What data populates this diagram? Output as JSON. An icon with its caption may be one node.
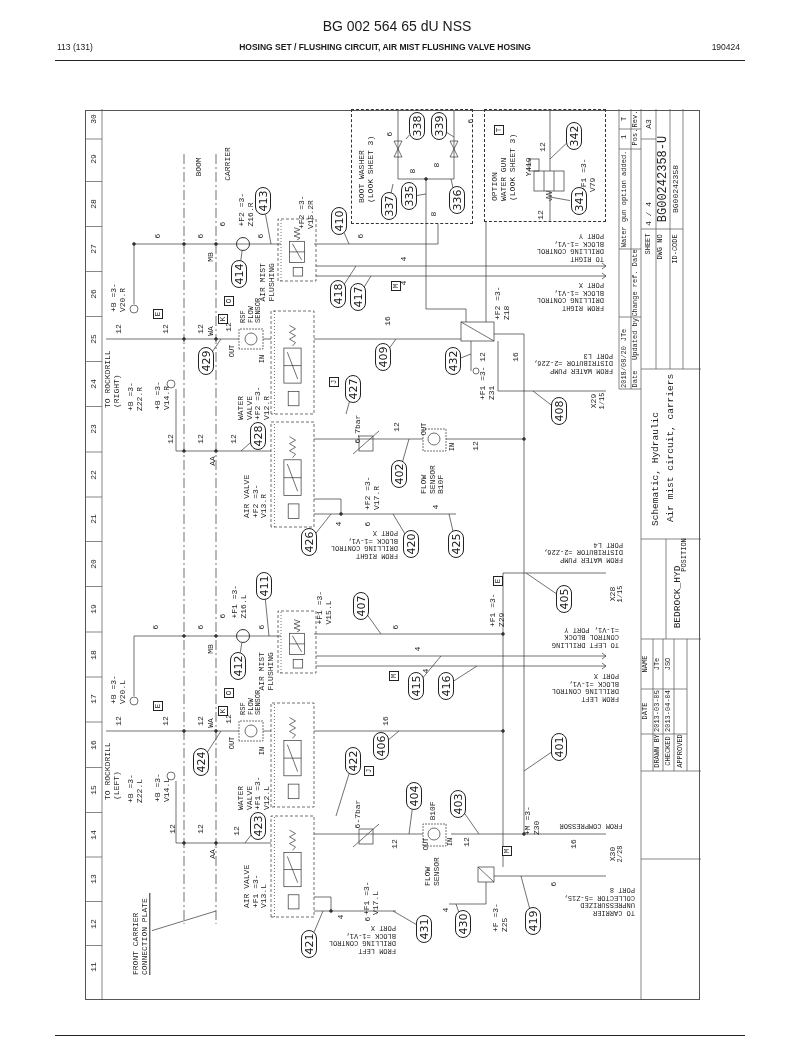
{
  "diagram": {
    "title": "HOSING SET / FLUSHING CIRCUIT, AIR MIST FLUSHING VALVE HOSING",
    "nodes": [
      {
        "text": [
          "BOOT WASHER (LOOK SHEET 3)"
        ]
      },
      {
        "text": [
          "337"
        ],
        "in": 0
      },
      {
        "text": [
          "338"
        ],
        "in": 0
      },
      {
        "text": [
          "339"
        ],
        "in": 0
      },
      {
        "text": [
          "335"
        ],
        "in": 0
      },
      {
        "text": [
          "336"
        ],
        "in": 0
      },
      {
        "text": [
          "OPTION",
          "WATER GUN (LOOK SHEET 3)"
        ]
      },
      {
        "text": [
          "T"
        ],
        "in": 6
      },
      {
        "text": [
          "342"
        ],
        "in": 6
      },
      {
        "text": [
          "341"
        ],
        "in": 6
      },
      {
        "text": [
          "413"
        ]
      },
      {
        "text": [
          "414"
        ]
      },
      {
        "text": [
          "410"
        ]
      },
      {
        "text": [
          "418"
        ]
      },
      {
        "text": [
          "417"
        ]
      },
      {
        "text": [
          "M"
        ]
      },
      {
        "text": [
          "E"
        ]
      },
      {
        "text": [
          "K"
        ]
      },
      {
        "text": [
          "O"
        ]
      },
      {
        "text": [
          "429"
        ]
      },
      {
        "text": [
          "409"
        ]
      },
      {
        "text": [
          "J"
        ]
      },
      {
        "text": [
          "427"
        ]
      },
      {
        "text": [
          "428"
        ]
      },
      {
        "text": [
          "402"
        ]
      },
      {
        "text": [
          "426"
        ]
      },
      {
        "text": [
          "420"
        ]
      },
      {
        "text": [
          "425"
        ]
      },
      {
        "text": [
          "432"
        ]
      },
      {
        "text": [
          "408"
        ]
      },
      {
        "text": [
          "411"
        ]
      },
      {
        "text": [
          "412"
        ]
      },
      {
        "text": [
          "407"
        ]
      },
      {
        "text": [
          "E"
        ]
      },
      {
        "text": [
          "405"
        ]
      },
      {
        "text": [
          "E"
        ]
      },
      {
        "text": [
          "K"
        ]
      },
      {
        "text": [
          "O"
        ]
      },
      {
        "text": [
          "M"
        ]
      },
      {
        "text": [
          "415"
        ]
      },
      {
        "text": [
          "416"
        ]
      },
      {
        "text": [
          "406"
        ]
      },
      {
        "text": [
          "401"
        ]
      },
      {
        "text": [
          "424"
        ]
      },
      {
        "text": [
          "422"
        ]
      },
      {
        "text": [
          "J"
        ]
      },
      {
        "text": [
          "404"
        ]
      },
      {
        "text": [
          "403"
        ]
      },
      {
        "text": [
          "423"
        ]
      },
      {
        "text": [
          "M"
        ]
      },
      {
        "text": [
          "431"
        ]
      },
      {
        "text": [
          "430"
        ]
      },
      {
        "text": [
          "419"
        ]
      },
      {
        "text": [
          "421"
        ]
      },
      {
        "text": [
          "FRONT CARRIER CONNECTION PLATE"
        ]
      },
      {
        "text": [],
        "shape": "circle"
      },
      {
        "text": [],
        "shape": "circle"
      }
    ],
    "edges": [
      {
        "from": 1,
        "to": null,
        "arrow": "none"
      },
      {
        "from": 2,
        "to": null,
        "arrow": "none"
      },
      {
        "from": 3,
        "to": null,
        "arrow": "none"
      },
      {
        "from": 4,
        "to": null,
        "arrow": "none"
      },
      {
        "from": 5,
        "to": null,
        "arrow": "none"
      },
      {
        "from": 8,
        "to": null,
        "arrow": "none"
      },
      {
        "from": 9,
        "to": null,
        "arrow": "none"
      },
      {
        "from": 10,
        "to": null,
        "arrow": "none"
      },
      {
        "from": 11,
        "to": 55,
        "arrow": "none"
      },
      {
        "from": 12,
        "to": null,
        "arrow": "none"
      },
      {
        "from": 13,
        "to": null,
        "arrow": "none"
      },
      {
        "from": 14,
        "to": null,
        "arrow": "none"
      },
      {
        "from": 19,
        "to": null,
        "arrow": "none"
      },
      {
        "from": 20,
        "to": null,
        "arrow": "none"
      },
      {
        "from": 22,
        "to": null,
        "arrow": "none"
      },
      {
        "from": 23,
        "to": null,
        "arrow": "none"
      },
      {
        "from": 24,
        "to": null,
        "arrow": "none"
      },
      {
        "from": 25,
        "to": null,
        "arrow": "none"
      },
      {
        "from": 26,
        "to": null,
        "arrow": "none"
      },
      {
        "from": 27,
        "to": null,
        "arrow": "none"
      },
      {
        "from": 28,
        "to": null,
        "arrow": "none"
      },
      {
        "from": 29,
        "to": null,
        "arrow": "none"
      },
      {
        "from": 30,
        "to": null,
        "arrow": "none"
      },
      {
        "from": 31,
        "to": 56,
        "arrow": "none"
      },
      {
        "from": 32,
        "to": null,
        "arrow": "none"
      },
      {
        "from": 34,
        "to": null,
        "arrow": "none"
      },
      {
        "from": 39,
        "to": null,
        "arrow": "none"
      },
      {
        "from": 40,
        "to": null,
        "arrow": "none"
      },
      {
        "from": 41,
        "to": null,
        "arrow": "none"
      },
      {
        "from": 42,
        "to": null,
        "arrow": "none"
      },
      {
        "from": 43,
        "to": null,
        "arrow": "none"
      },
      {
        "from": 44,
        "to": null,
        "arrow": "none"
      },
      {
        "from": 46,
        "to": null,
        "arrow": "none"
      },
      {
        "from": 47,
        "to": null,
        "arrow": "none"
      },
      {
        "from": 48,
        "to": null,
        "arrow": "none"
      },
      {
        "from": 50,
        "to": null,
        "arrow": "none"
      },
      {
        "from": 51,
        "to": null,
        "arrow": "none"
      },
      {
        "from": 52,
        "to": null,
        "arrow": "none"
      },
      {
        "from": 53,
        "to": null,
        "arrow": "none"
      },
      {
        "from": 54,
        "to": null,
        "arrow": "none"
      }
    ],
    "labels": [
      "BG 002 564 65 dU NSS",
      "113 (131)",
      "190424",
      "11",
      "12",
      "13",
      "14",
      "15",
      "16",
      "17",
      "18",
      "19",
      "20",
      "21",
      "22",
      "23",
      "24",
      "25",
      "26",
      "27",
      "28",
      "29",
      "30",
      "BOOM",
      "CARRIER",
      "+B =3-V20.R",
      "12",
      "TO ROCKDRILL (RIGHT)",
      "+B =3-Z22.R",
      "+B =3-V14.R",
      "12",
      "12",
      "WA",
      "12",
      "6",
      "6",
      "MB",
      "6",
      "6",
      "RSF FLOW SENSOR",
      "OUT",
      "IN",
      "+F2 =3-Z16.R",
      "AIR MIST FLUSHING",
      "+F2 =3-V15.2R",
      "6",
      "4",
      "4",
      "WATER VALVE +F2 =3-V12.R",
      "16",
      "12",
      "12",
      "AA",
      "12",
      "AIR VALVE +F2 =3-V13.R",
      "6-7bar",
      "+F2 =3-V17.R",
      "4",
      "6",
      "FROM RIGHT DRILLING CONTROL BLOCK =1-V1, PORT X",
      "4",
      "12",
      "OUT",
      "IN",
      "FLOW SENSOR B10F",
      "12",
      "12",
      "16",
      "+F1 =3-Z31",
      "+F2 =3-Z18",
      "FROM WATER PUMP DISTRIBUTOR =2-Z26, PORT L3",
      "X29",
      "1/15",
      "TO RIGHT DRILLING CONTROL BLOCK =1-V1, PORT Y",
      "FROM RIGHT DRILLING CONTROL BLOCK =1-V1, PORT X",
      "6",
      "8",
      "8",
      "8",
      "6",
      "Y419",
      "12",
      "12",
      "+F1 =3-V79",
      "+B =3-V20.L",
      "12",
      "12",
      "12",
      "WA",
      "12",
      "6",
      "6",
      "MB",
      "6",
      "6",
      "+F1 =3-Z16.L",
      "AIR MIST FLUSHING",
      "+F1 =3-V15.L",
      "6",
      "4",
      "4",
      "RSF FLOW SENSOR",
      "OUT",
      "IN",
      "16",
      "+F1 =3-Z29",
      "FROM WATER PUMP DISTRIBUTOR =2-Z26, PORT L4",
      "X28",
      "1/15",
      "TO LEFT DRILLING CONTROL BLOCK =1-V1, PORT Y",
      "FROM LEFT DRILLING CONTROL BLOCK =1-V1, PORT X",
      "TO ROCKDRILL (LEFT)",
      "+B =3-Z22.L",
      "+B =3-V14.L",
      "WATER VALVE +F1 =3-V12.L",
      "12",
      "12",
      "AA",
      "12",
      "6-7bar",
      "+F1 =3-V17.L",
      "AIR VALVE +F1 =3-V13.L",
      "4",
      "6",
      "FROM LEFT DRILLING CONTROL BLOCK =1-V1, PORT X",
      "4",
      "12",
      "OUT",
      "IN",
      "12",
      "B10F",
      "FLOW SENSOR",
      "+M =3-Z30",
      "FROM COMPRESSOR",
      "16",
      "X30",
      "2/28",
      "+F =3-Z25",
      "6",
      "TO CARRIER UNPRESSURIZED COLLECTOR =5-Z15, PORT 8",
      "T",
      "Rev.",
      "1",
      "Pos.",
      "Water gun option added.",
      "JTe",
      "2018/08/20",
      "Updated by",
      "Date",
      "Change ref. Date",
      "A3",
      "SHEET",
      "4 / 4",
      "DWG NO",
      "BG00242358-U",
      "ID-CODE",
      "BG00242358",
      "Schematic, Hydraulic",
      "Air mist circuit, carriers",
      "BEDROCK_HYD",
      "POSITION",
      "NAME",
      "DATE",
      "DRAWN BY",
      "2013-03-05",
      "JTe",
      "CHECKED",
      "2013-04-04",
      "JSO",
      "APPROVED"
    ]
  }
}
